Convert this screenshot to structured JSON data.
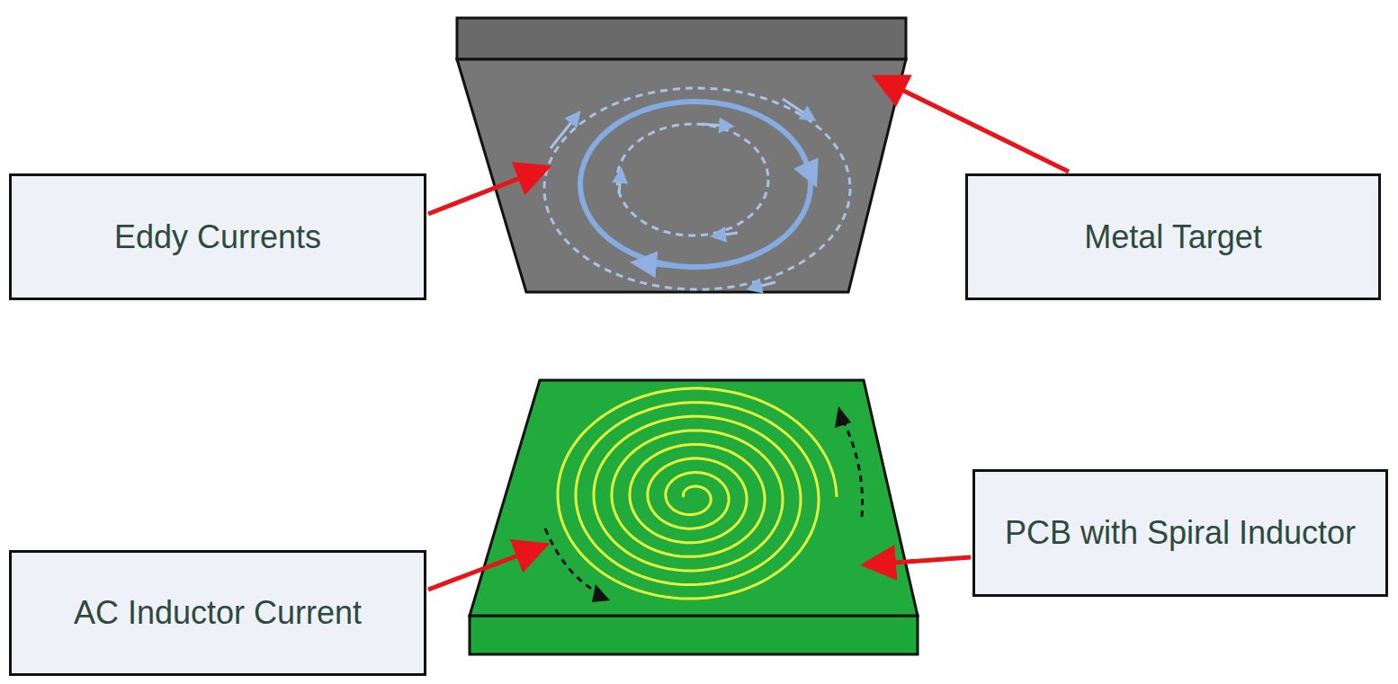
{
  "diagram": {
    "nodes": [
      {
        "text": [
          "Eddy Currents"
        ]
      },
      {
        "text": [
          "Metal Target"
        ]
      },
      {
        "text": [
          "AC Inductor Current"
        ]
      },
      {
        "text": [
          "PCB with Spiral Inductor"
        ]
      }
    ]
  }
}
